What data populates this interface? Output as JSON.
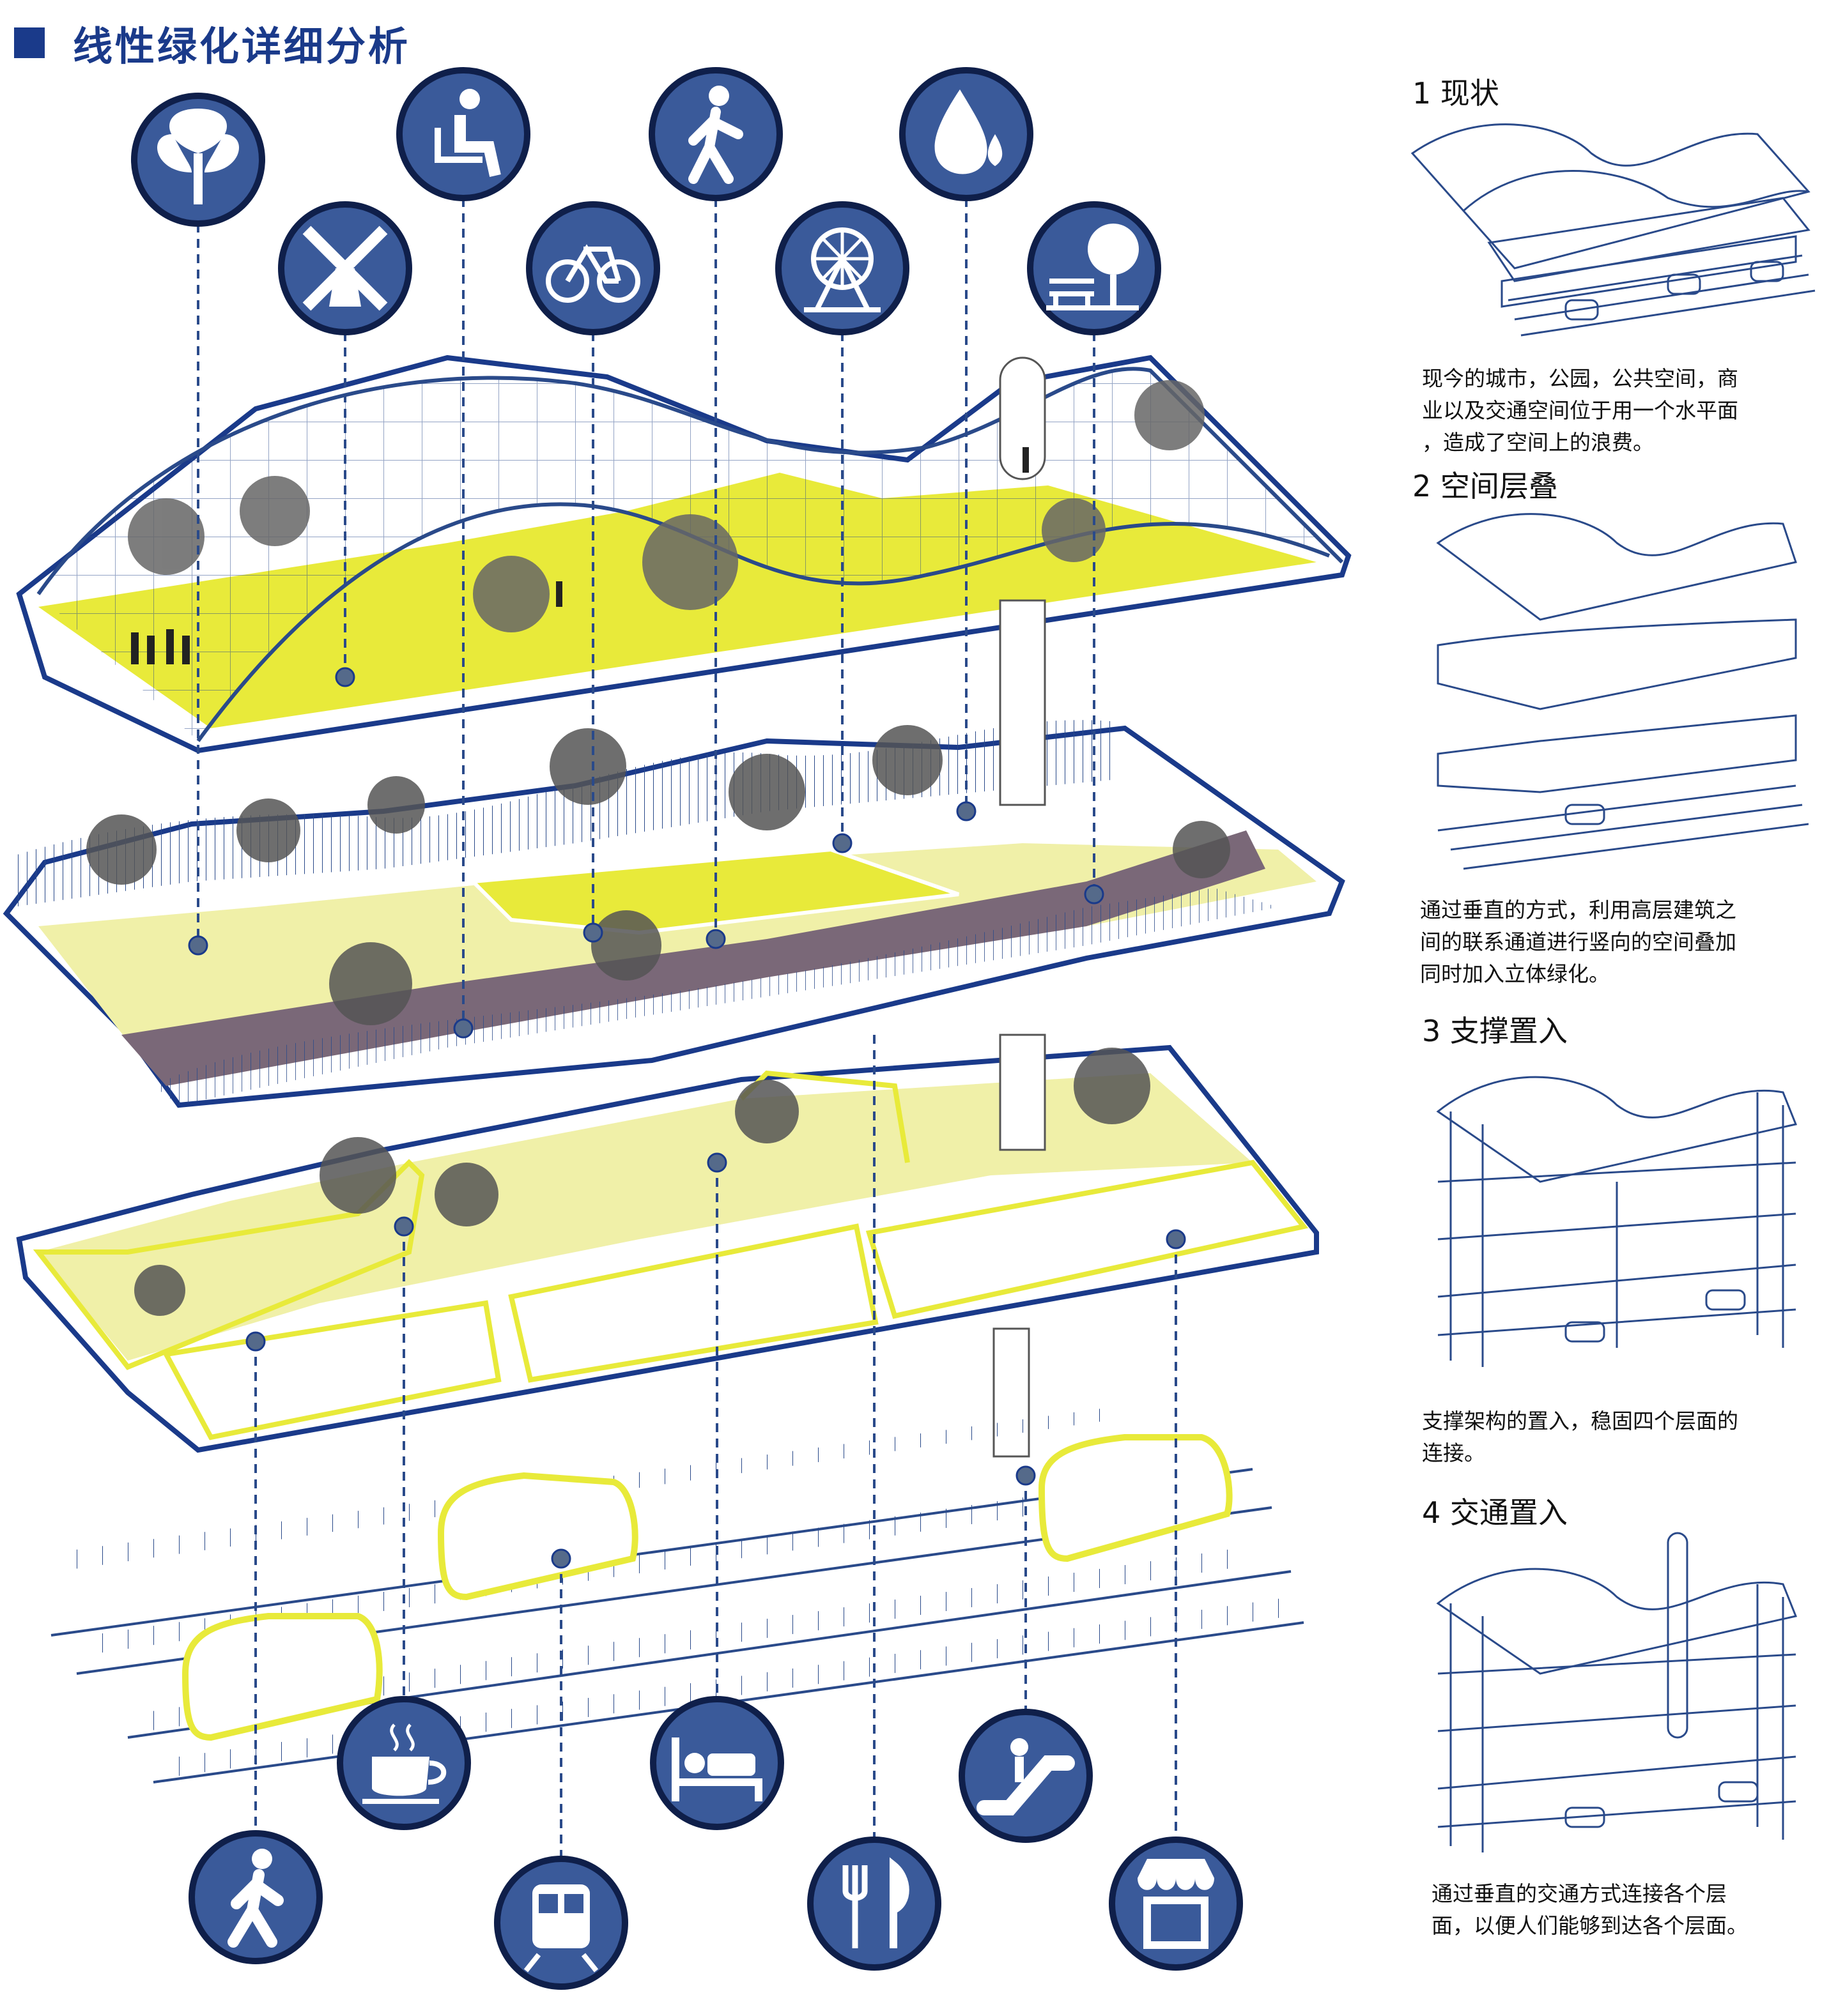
{
  "title": "线性绿化详细分析",
  "colors": {
    "accent": "#1a3a8a",
    "icon_fill": "#3a5a9a",
    "green_space": "#e8ea3a",
    "green_light": "#f0f0a8",
    "road": "#7a6878",
    "line": "#2a4a8a"
  },
  "top_icons": [
    "plant-icon",
    "windmill-icon",
    "seat-icon",
    "bicycle-icon",
    "pedestrian-icon",
    "ferris-wheel-icon",
    "water-drop-icon",
    "park-bench-tree-icon"
  ],
  "bottom_icons": [
    "walking-icon",
    "coffee-icon",
    "train-icon",
    "hotel-bed-icon",
    "restaurant-icon",
    "escalator-icon",
    "shop-icon"
  ],
  "steps": [
    {
      "title": "1 现状",
      "desc_lines": [
        "现今的城市，公园，公共空间，商",
        "业以及交通空间位于用一个水平面",
        "，造成了空间上的浪费。"
      ]
    },
    {
      "title": "2 空间层叠",
      "desc_lines": [
        "通过垂直的方式，利用高层建筑之",
        "间的联系通道进行竖向的空间叠加",
        "同时加入立体绿化。"
      ]
    },
    {
      "title": "3 支撑置入",
      "desc_lines": [
        "支撑架构的置入，稳固四个层面的",
        "连接。"
      ]
    },
    {
      "title": "4 交通置入",
      "desc_lines": [
        "通过垂直的交通方式连接各个层",
        "面，以便人们能够到达各个层面。"
      ]
    }
  ]
}
